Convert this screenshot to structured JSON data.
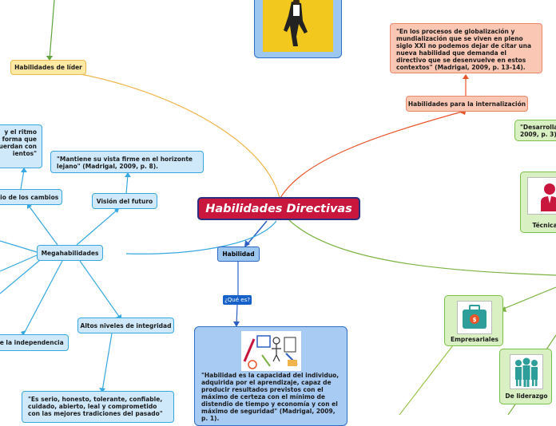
{
  "central": {
    "title": "Habilidades Directivas"
  },
  "branches": {
    "lider": {
      "label": "Habilidades de líder"
    },
    "internacionalizacion": {
      "label": "Habilidades para la internalización",
      "quote": "\"En los procesos de globalización y mundialización que se viven en pleno siglo XXI no podemos dejar de citar una nueva habilidad que demanda el directivo que se desenvuelve en estos contextos\" (Madrigal, 2009, p. 13-14)."
    },
    "desarrollo_quote_lines": [
      "\"Desarrolla",
      "2009, p. 3)"
    ],
    "megahabilidades": {
      "label": "Megahabilidades",
      "ritmo_quote_lines": [
        "y el ritmo",
        "forma que",
        "uerdan con",
        "ientos\""
      ],
      "cambios": "nio de los cambios",
      "vision": "Visión del futuro",
      "vision_quote": "\"Mantiene su vista firme en el horizonte lejano\" (Madrigal, 2009, p. 8).",
      "integridad": "Altos niveles de integridad",
      "integridad_quote": "\"Es serio, honesto, tolerante, confiable, cuidado, abierto, leal y comprometido con las mejores tradiciones del pasado\"",
      "independencia": "de la independencia"
    },
    "habilidad": {
      "label": "Habilidad",
      "question": "¿Qué es?",
      "definition": "\"Habilidad es la capacidad del individuo, adquirida por el aprendizaje, capaz de producir resultados previstos con el máximo de certeza con el mínimo de distendio de tiempo y economía y con el máximo de seguridad\" (Madrigal, 2009, p. 1)."
    },
    "tipos": {
      "tecnicas": "Técnica",
      "empresariales": "Empresariales",
      "liderazgo": "De liderazgo"
    }
  },
  "colors": {
    "central_fill": "#c8163d",
    "central_border": "#2b2f7f",
    "blue_link": "#35a8e0",
    "orange_link": "#f0b54a",
    "red_link": "#e8552a",
    "green_link": "#7cb342",
    "dark_blue_link": "#2c5fc4"
  },
  "icons": [
    "business-person-photo",
    "tools-collage-icon",
    "red-person-icon",
    "briefcase-icon",
    "team-icon"
  ]
}
